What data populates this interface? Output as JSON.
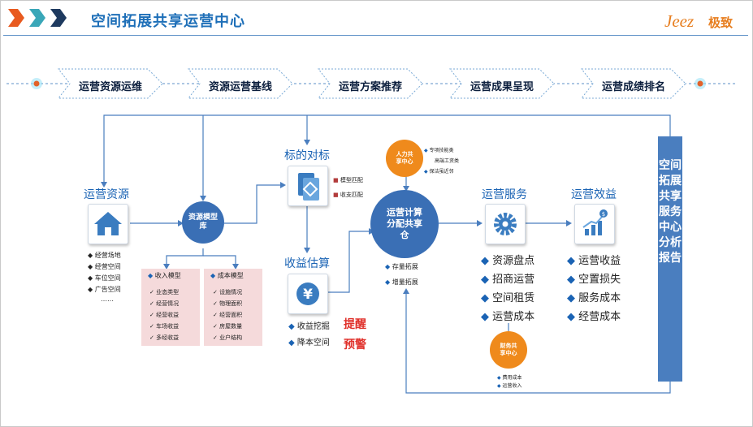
{
  "header": {
    "title": "空间拓展共享运营中心",
    "logo_text": "Jeez",
    "logo_cn": "极致"
  },
  "stages": [
    "运营资源运维",
    "资源运营基线",
    "运营方案推荐",
    "运营成果呈现",
    "运营成绩排名"
  ],
  "resources": {
    "title": "运营资源",
    "items": [
      "经营场地",
      "经营空间",
      "车位空间",
      "广告空间",
      "……"
    ]
  },
  "resource_model": {
    "label": "资源模型库"
  },
  "income_model": {
    "title": "收入模型",
    "items": [
      "业态类型",
      "经营情况",
      "经营收益",
      "车场收益",
      "多经收益"
    ]
  },
  "cost_model": {
    "title": "成本模型",
    "items": [
      "设施情况",
      "物理面积",
      "经营面积",
      "房屋数量",
      "业户结构"
    ]
  },
  "benchmark": {
    "title": "标的对标",
    "items": [
      "模型匹配",
      "收支匹配"
    ]
  },
  "estimate": {
    "title": "收益估算",
    "items": [
      "收益挖掘",
      "降本空间"
    ],
    "alerts": [
      "提醒",
      "预警"
    ]
  },
  "hr_center": {
    "label": "人力共享中心",
    "items": [
      "专项技能类",
      "高端工资类",
      "保洁虽近邻"
    ]
  },
  "warehouse": {
    "label": "运营计算分配共享仓",
    "items": [
      "存量拓展",
      "增量拓展"
    ]
  },
  "service": {
    "title": "运营服务",
    "items": [
      "资源盘点",
      "招商运营",
      "空间租赁",
      "运营成本"
    ]
  },
  "finance_center": {
    "label": "财务共享中心",
    "items": [
      "费用成本",
      "运营收入"
    ]
  },
  "benefit": {
    "title": "运营效益",
    "items": [
      "运营收益",
      "空置损失",
      "服务成本",
      "经营成本"
    ]
  },
  "report": {
    "label": "空间拓展共享服务中心分析报告"
  },
  "colors": {
    "accent": "#1e6fb8",
    "circle_blue": "#3a6fb5",
    "circle_orange": "#ef8a1c",
    "pink": "#f5dadb",
    "bar": "#4a7ebf"
  }
}
